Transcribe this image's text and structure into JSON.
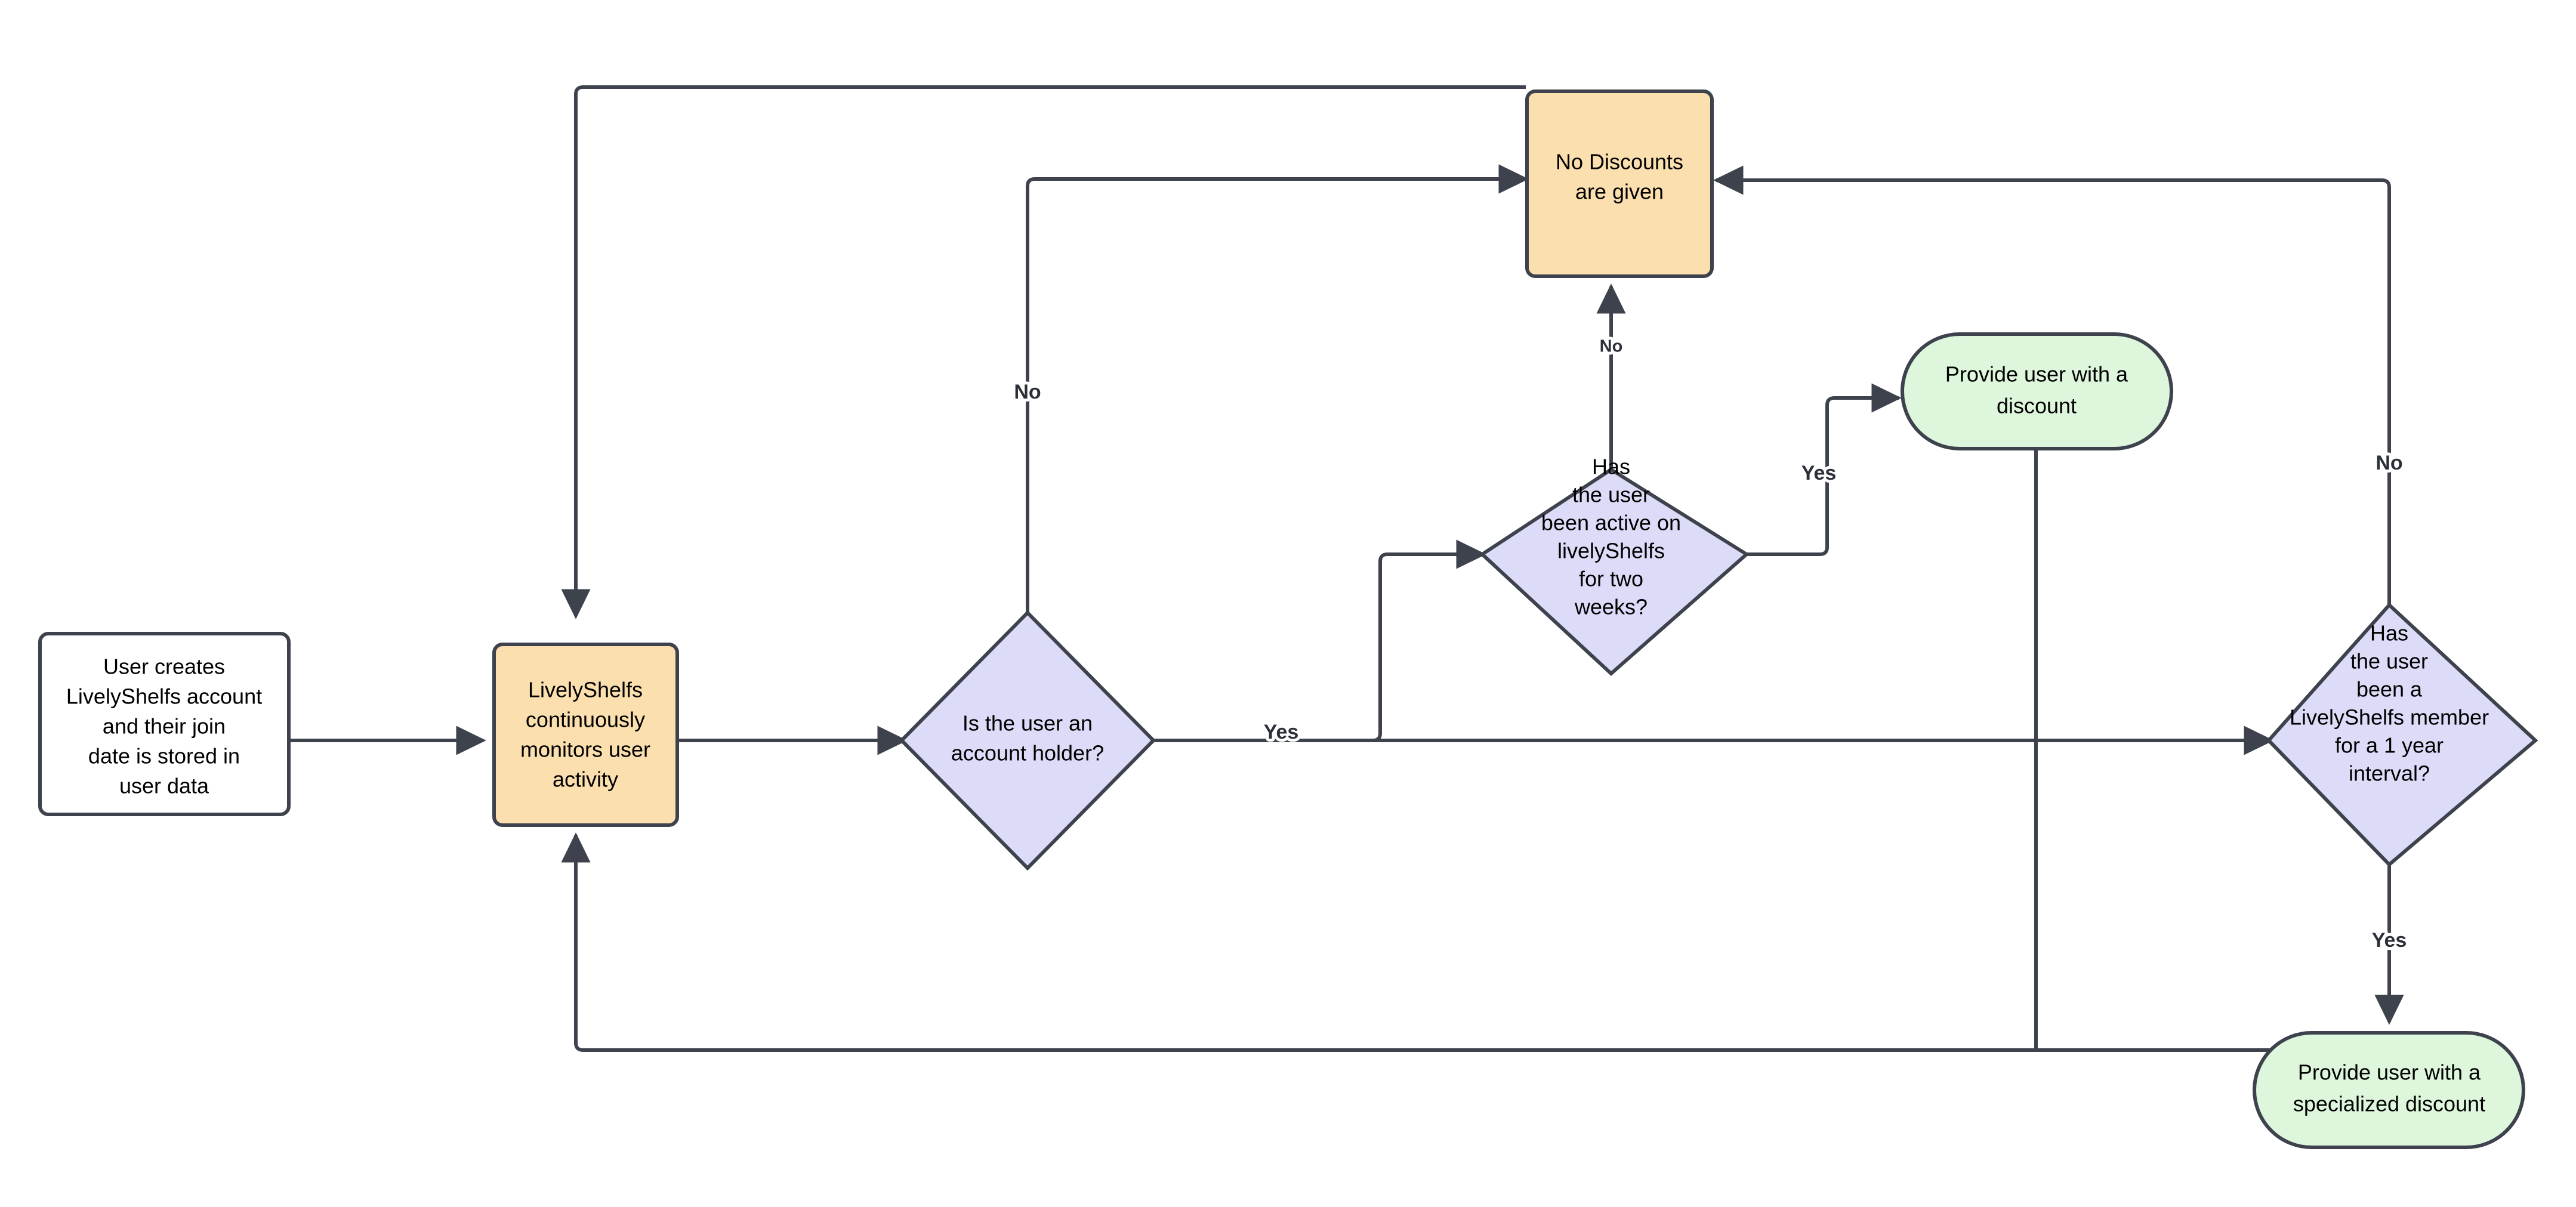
{
  "diagram": {
    "type": "flowchart",
    "title": "LivelyShelfs discount eligibility flowchart",
    "background_color": "#ffffff",
    "stroke_color": "#3d424d",
    "palette": {
      "process_white": "#ffffff",
      "process_orange": "#fbdfae",
      "decision_purple": "#dcdcf8",
      "terminal_green": "#ddf6dc"
    },
    "nodes": [
      {
        "id": "user-creates-account",
        "shape": "rounded-rectangle",
        "fill": "#ffffff",
        "lines": [
          "User creates",
          "LivelyShelfs account",
          "and their join",
          "date is stored in",
          "user data"
        ]
      },
      {
        "id": "monitors-activity",
        "shape": "rounded-rectangle",
        "fill": "#fbdfae",
        "lines": [
          "LivelyShelfs",
          "continuously",
          "monitors user",
          "activity"
        ]
      },
      {
        "id": "is-account-holder",
        "shape": "diamond",
        "fill": "#dcdcf8",
        "lines": [
          "Is the user an",
          "account holder?"
        ]
      },
      {
        "id": "active-two-weeks",
        "shape": "diamond",
        "fill": "#dcdcf8",
        "lines": [
          "Has",
          "the user",
          "been active on",
          "livelyShelfs",
          "for two",
          "weeks?"
        ]
      },
      {
        "id": "no-discounts",
        "shape": "rounded-rectangle",
        "fill": "#fbdfae",
        "lines": [
          "No Discounts",
          "are given"
        ]
      },
      {
        "id": "provide-discount",
        "shape": "stadium",
        "fill": "#ddf6dc",
        "lines": [
          "Provide user with a",
          "discount"
        ]
      },
      {
        "id": "member-one-year",
        "shape": "diamond",
        "fill": "#dcdcf8",
        "lines": [
          "Has",
          "the user",
          "been a",
          "LivelyShelfs member",
          "for a 1 year",
          "interval?"
        ]
      },
      {
        "id": "provide-specialized-discount",
        "shape": "stadium",
        "fill": "#ddf6dc",
        "lines": [
          "Provide user with a",
          "specialized discount"
        ]
      }
    ],
    "edges": [
      {
        "id": "e-start-to-monitor",
        "from": "user-creates-account",
        "to": "monitors-activity",
        "label": ""
      },
      {
        "id": "e-monitor-to-holder",
        "from": "monitors-activity",
        "to": "is-account-holder",
        "label": ""
      },
      {
        "id": "e-holder-no",
        "from": "is-account-holder",
        "to": "no-discounts",
        "label": "No"
      },
      {
        "id": "e-holder-yes",
        "from": "is-account-holder",
        "to": "active-two-weeks",
        "label": "Yes"
      },
      {
        "id": "e-active-no",
        "from": "active-two-weeks",
        "to": "no-discounts",
        "label": "No"
      },
      {
        "id": "e-active-yes",
        "from": "active-two-weeks",
        "to": "provide-discount",
        "label": "Yes"
      },
      {
        "id": "e-holder-yes-to-member",
        "from": "is-account-holder",
        "to": "member-one-year",
        "label": "Yes"
      },
      {
        "id": "e-member-no",
        "from": "member-one-year",
        "to": "no-discounts",
        "label": "No"
      },
      {
        "id": "e-member-yes",
        "from": "member-one-year",
        "to": "provide-specialized-discount",
        "label": "Yes"
      },
      {
        "id": "e-no-discounts-loop",
        "from": "no-discounts",
        "to": "monitors-activity",
        "label": ""
      },
      {
        "id": "e-discount-loop",
        "from": "provide-discount",
        "to": "monitors-activity",
        "label": ""
      },
      {
        "id": "e-specialized-loop",
        "from": "provide-specialized-discount",
        "to": "monitors-activity",
        "label": ""
      }
    ],
    "edge_labels": [
      {
        "id": "label-holder-no",
        "text": "No"
      },
      {
        "id": "label-holder-yes",
        "text": "Yes"
      },
      {
        "id": "label-active-no",
        "text": "No"
      },
      {
        "id": "label-active-yes",
        "text": "Yes"
      },
      {
        "id": "label-member-no",
        "text": "No"
      },
      {
        "id": "label-member-yes",
        "text": "Yes"
      }
    ]
  }
}
